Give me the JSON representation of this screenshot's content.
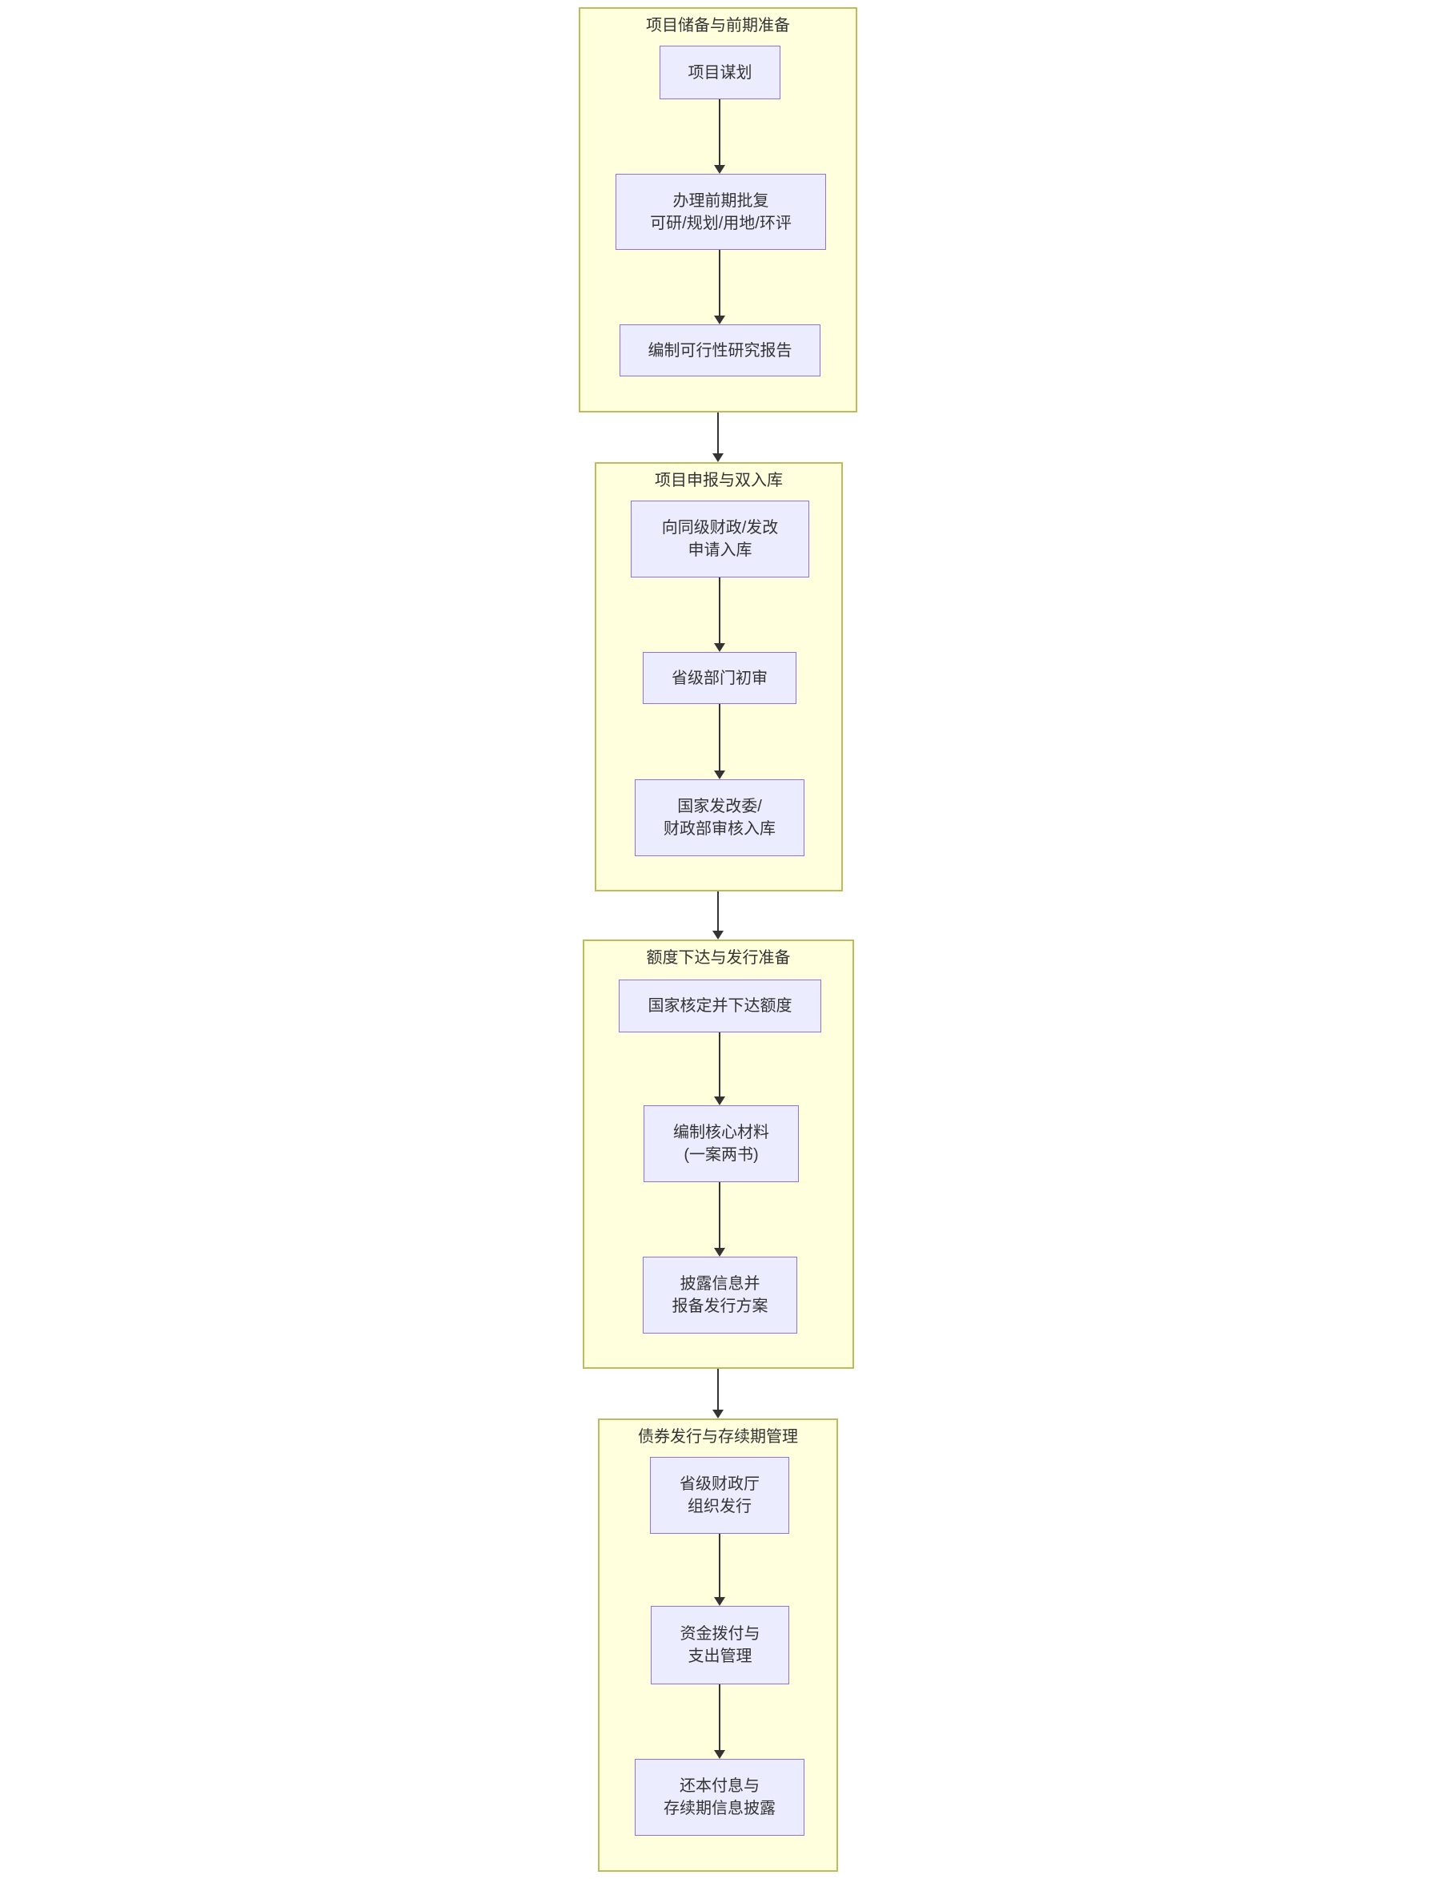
{
  "diagram": {
    "type": "flowchart",
    "direction": "top-down",
    "description": "Local government special bond project workflow"
  },
  "colors": {
    "page_background": "#ffffff",
    "cluster_fill": "#ffffde",
    "cluster_border": "#bcbc5c",
    "node_fill": "#ececff",
    "node_border": "#9370db",
    "arrow": "#333333",
    "text": "#333333"
  },
  "clusters": [
    {
      "title": "项目储备与前期准备",
      "nodes": [
        {
          "lines": [
            "项目谋划"
          ]
        },
        {
          "lines": [
            "办理前期批复",
            "可研/规划/用地/环评"
          ]
        },
        {
          "lines": [
            "编制可行性研究报告"
          ]
        }
      ]
    },
    {
      "title": "项目申报与双入库",
      "nodes": [
        {
          "lines": [
            "向同级财政/发改",
            "申请入库"
          ]
        },
        {
          "lines": [
            "省级部门初审"
          ]
        },
        {
          "lines": [
            "国家发改委/",
            "财政部审核入库"
          ]
        }
      ]
    },
    {
      "title": "额度下达与发行准备",
      "nodes": [
        {
          "lines": [
            "国家核定并下达额度"
          ]
        },
        {
          "lines": [
            "编制核心材料",
            "(一案两书)"
          ]
        },
        {
          "lines": [
            "披露信息并",
            "报备发行方案"
          ]
        }
      ]
    },
    {
      "title": "债券发行与存续期管理",
      "nodes": [
        {
          "lines": [
            "省级财政厅",
            "组织发行"
          ]
        },
        {
          "lines": [
            "资金拨付与",
            "支出管理"
          ]
        },
        {
          "lines": [
            "还本付息与",
            "存续期信息披露"
          ]
        }
      ]
    }
  ]
}
